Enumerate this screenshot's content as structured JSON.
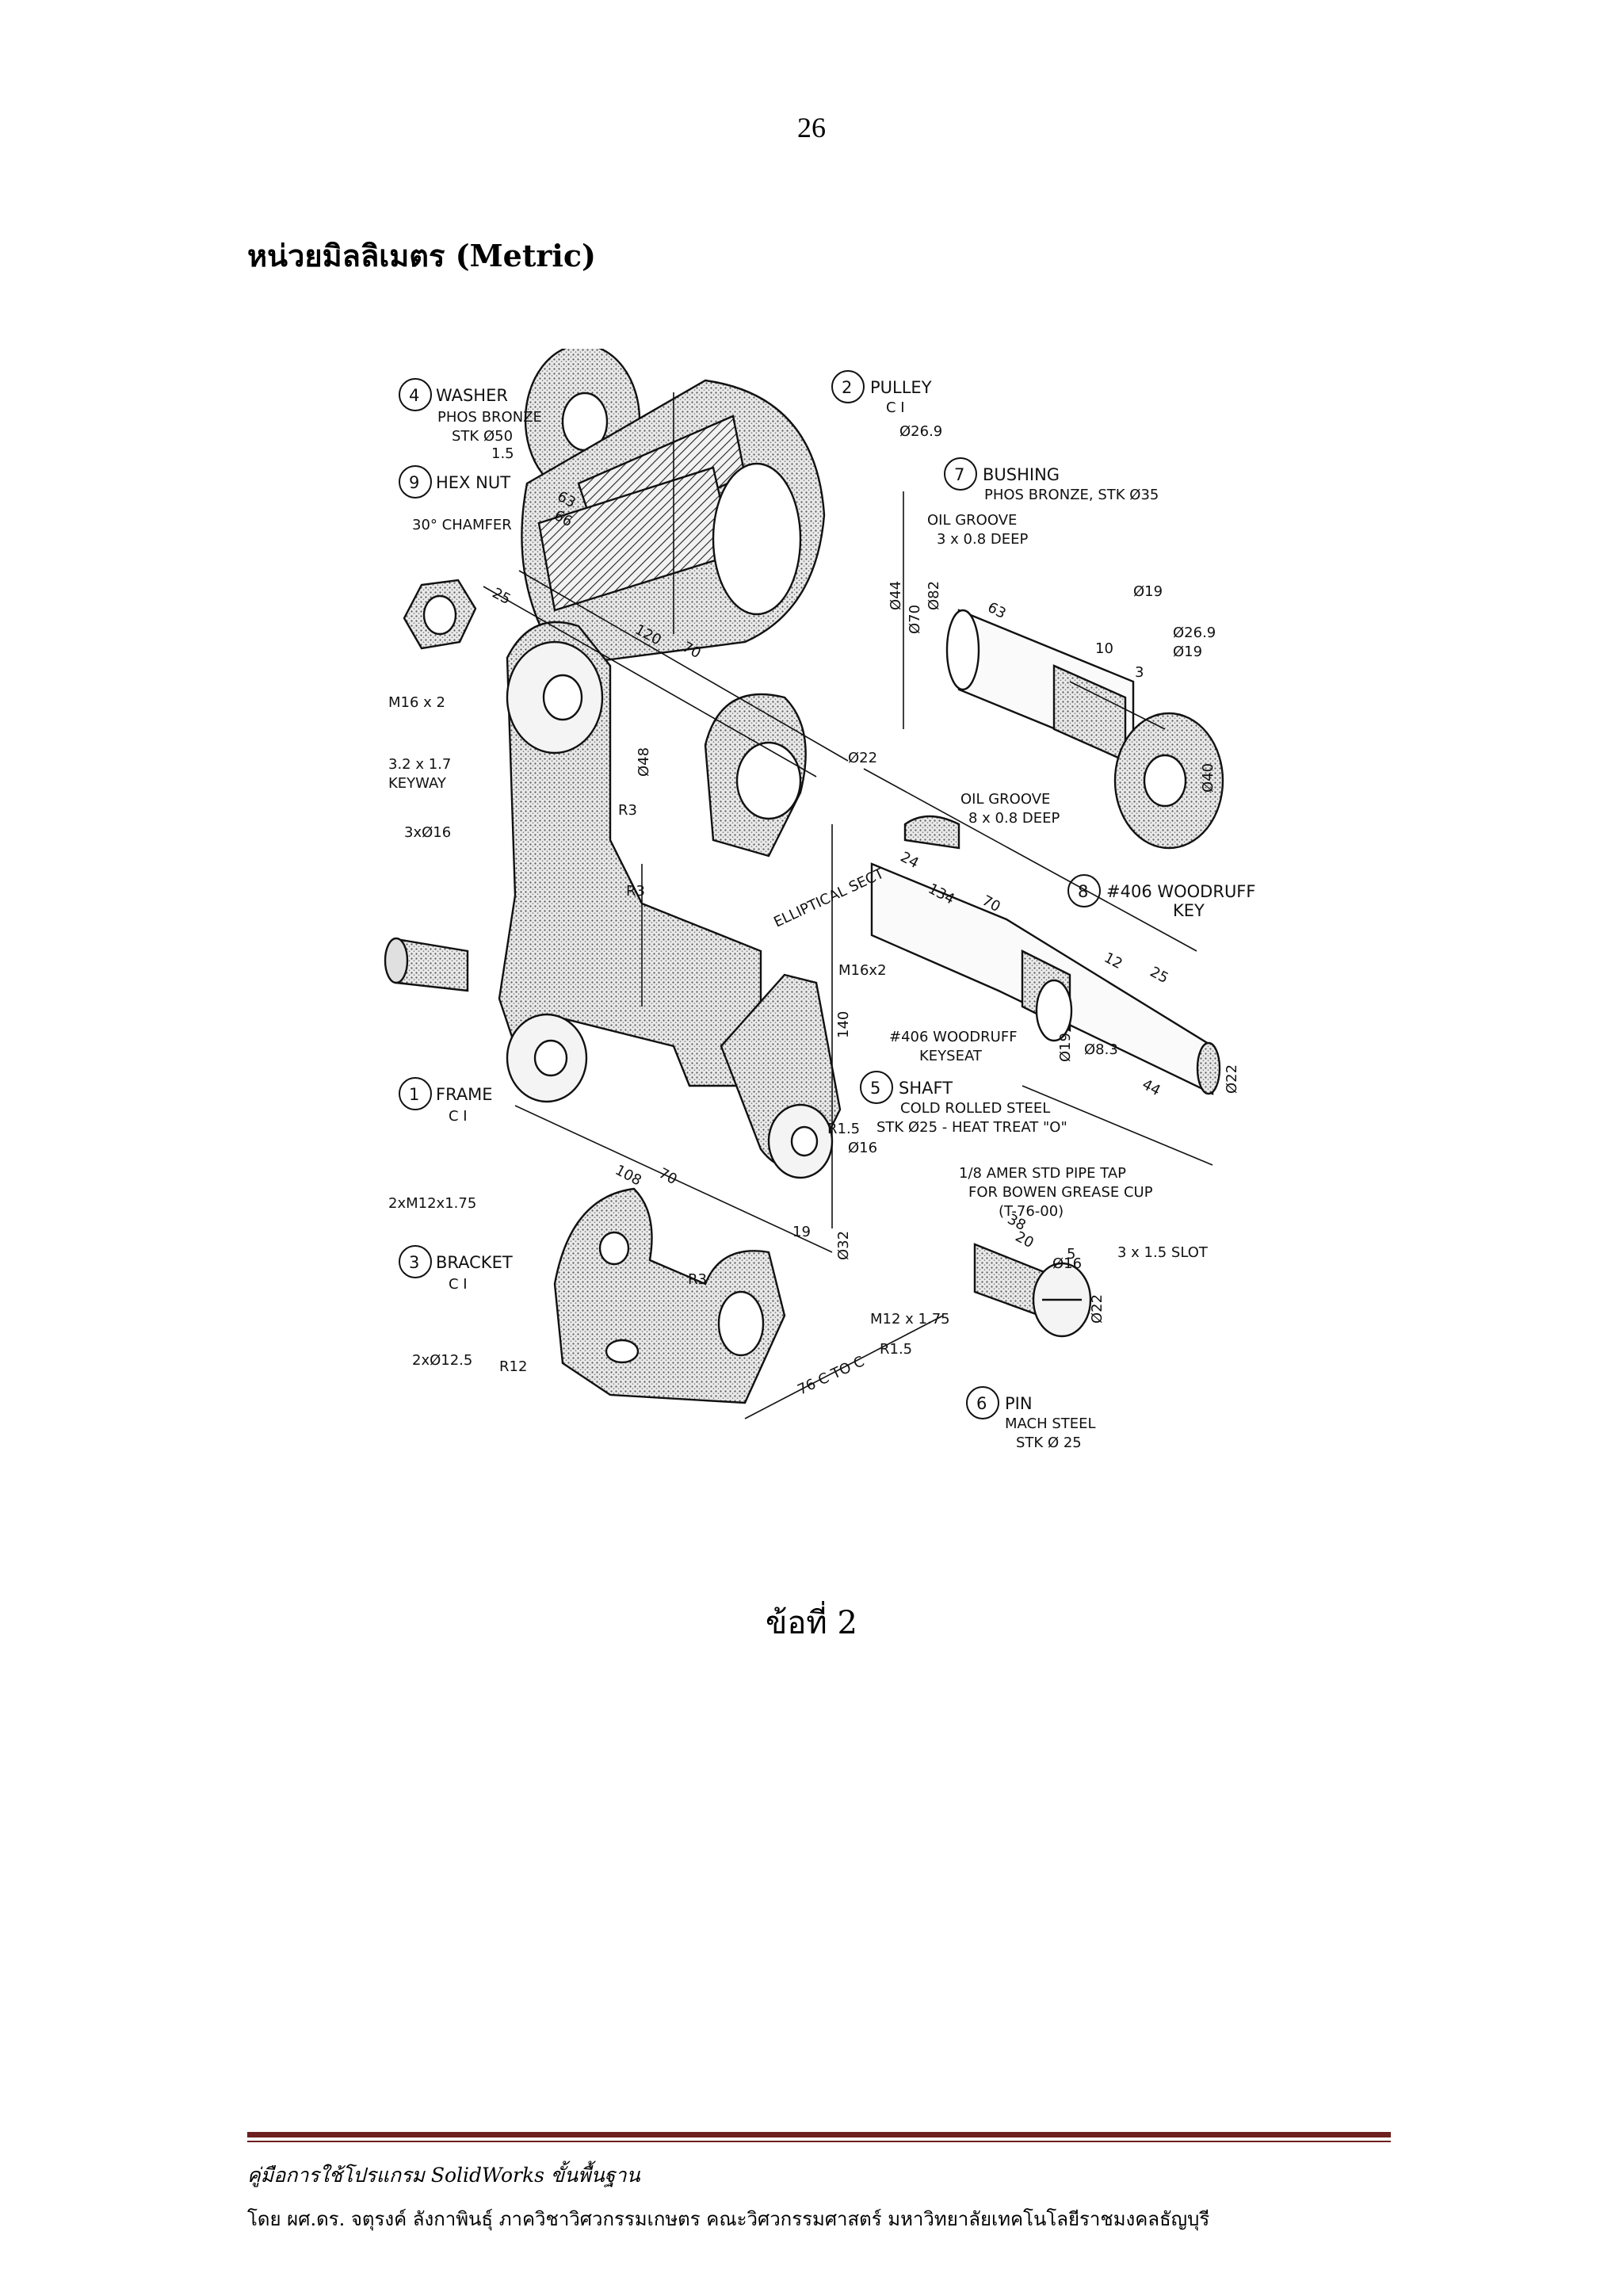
{
  "page": {
    "number": "26",
    "heading": "หน่วยมิลลิเมตร (Metric)",
    "caption": "ข้อที่ 2"
  },
  "figure": {
    "parts": [
      {
        "id": "washer",
        "lines": [
          "4",
          "WASHER",
          "PHOS BRONZE",
          "STK Ø50"
        ]
      },
      {
        "id": "hex_nut",
        "lines": [
          "9",
          "HEX NUT"
        ]
      },
      {
        "id": "pulley",
        "lines": [
          "2",
          "PULLEY",
          "C I"
        ]
      },
      {
        "id": "bushing",
        "lines": [
          "7",
          "BUSHING",
          "PHOS BRONZE, STK Ø35"
        ]
      },
      {
        "id": "woodruff_key",
        "lines": [
          "8",
          "#406 WOODRUFF",
          "KEY"
        ]
      },
      {
        "id": "shaft",
        "lines": [
          "5",
          "SHAFT",
          "COLD ROLLED STEEL",
          "STK Ø25 - HEAT TREAT \"O\""
        ]
      },
      {
        "id": "frame",
        "lines": [
          "1",
          "FRAME",
          "C I"
        ]
      },
      {
        "id": "bracket",
        "lines": [
          "3",
          "BRACKET",
          "C I"
        ]
      },
      {
        "id": "pin",
        "lines": [
          "6",
          "PIN",
          "MACH STEEL",
          "STK Ø 25"
        ]
      }
    ],
    "notes": {
      "chamfer": "30° CHAMFER",
      "m16_nut": "M16 x 2",
      "keyway": "3.2 x 1.7",
      "keyway_word": "KEYWAY",
      "holes_frame": "3xØ16",
      "oil_groove_1": "OIL GROOVE",
      "oil_groove_1_depth": "3 x 0.8 DEEP",
      "oil_groove_2": "OIL GROOVE",
      "oil_groove_2_depth": "8 x 0.8 DEEP",
      "keyseat": "#406 WOODRUFF",
      "keyseat_word": "KEYSEAT",
      "m16_shaft": "M16x2",
      "pipe_tap": "1/8 AMER STD PIPE TAP",
      "grease": "FOR BOWEN GREASE CUP",
      "grease_no": "(T-76-00)",
      "bracket_holes_m12": "2xM12x1.75",
      "bracket_holes_12": "2xØ12.5",
      "slot": "3 x 1.5 SLOT",
      "pin_thread": "M12 x 1.75",
      "pin_r": "R1.5",
      "elliptical": "ELLIPTICAL SECT"
    },
    "dims": [
      "Ø26.9",
      "Ø19",
      "Ø26.9",
      "Ø19",
      "Ø22",
      "Ø16",
      "Ø8.3",
      "Ø22",
      "Ø16",
      "Ø22",
      "120",
      "70",
      "108",
      "70",
      "140",
      "134",
      "70",
      "63",
      "66",
      "63",
      "25",
      "24",
      "12",
      "25",
      "44",
      "38",
      "20",
      "5",
      "10",
      "3",
      "19",
      "Ø48",
      "Ø44",
      "Ø70",
      "Ø82",
      "Ø40",
      "Ø32",
      "Ø19",
      "R3",
      "R3",
      "R3",
      "R1.5",
      "R12",
      "1.5",
      "76 C TO C"
    ]
  },
  "footer": {
    "line1": "คู่มือการใช้โปรแกรม SolidWorks ขั้นพื้นฐาน",
    "line2": "โดย ผศ.ดร. จตุรงค์ ลังกาพินธุ์ ภาควิชาวิศวกรรมเกษตร คณะวิศวกรรมศาสตร์ มหาวิทยาลัยเทคโนโลยีราชมงคลธัญบุรี"
  }
}
